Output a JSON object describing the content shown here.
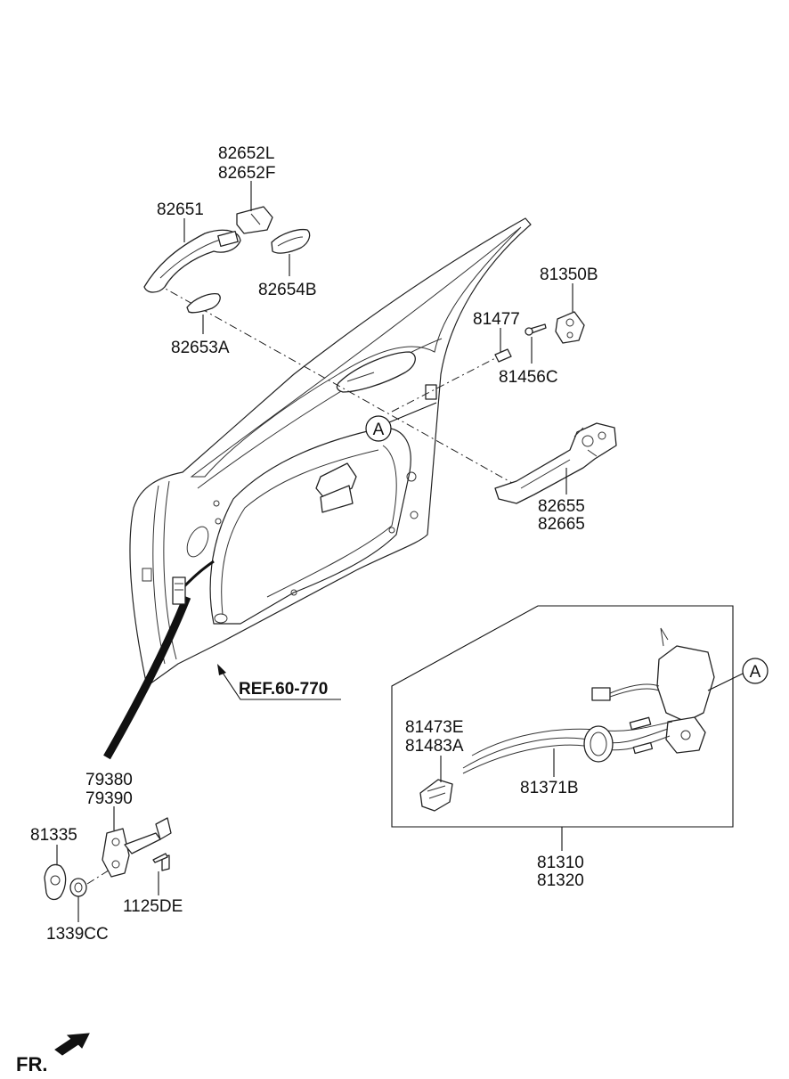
{
  "labels": {
    "p82652L": "82652L",
    "p82652F": "82652F",
    "p82651": "82651",
    "p82654B": "82654B",
    "p82653A": "82653A",
    "p81350B": "81350B",
    "p81477": "81477",
    "p81456C": "81456C",
    "p82655": "82655",
    "p82665": "82665",
    "ref": "REF.60-770",
    "p81473E": "81473E",
    "p81483A": "81483A",
    "p81371B": "81371B",
    "p81310": "81310",
    "p81320": "81320",
    "p79380": "79380",
    "p79390": "79390",
    "p81335": "81335",
    "p1125DE": "1125DE",
    "p1339CC": "1339CC",
    "callout_a": "A",
    "front_marker": "FR."
  }
}
